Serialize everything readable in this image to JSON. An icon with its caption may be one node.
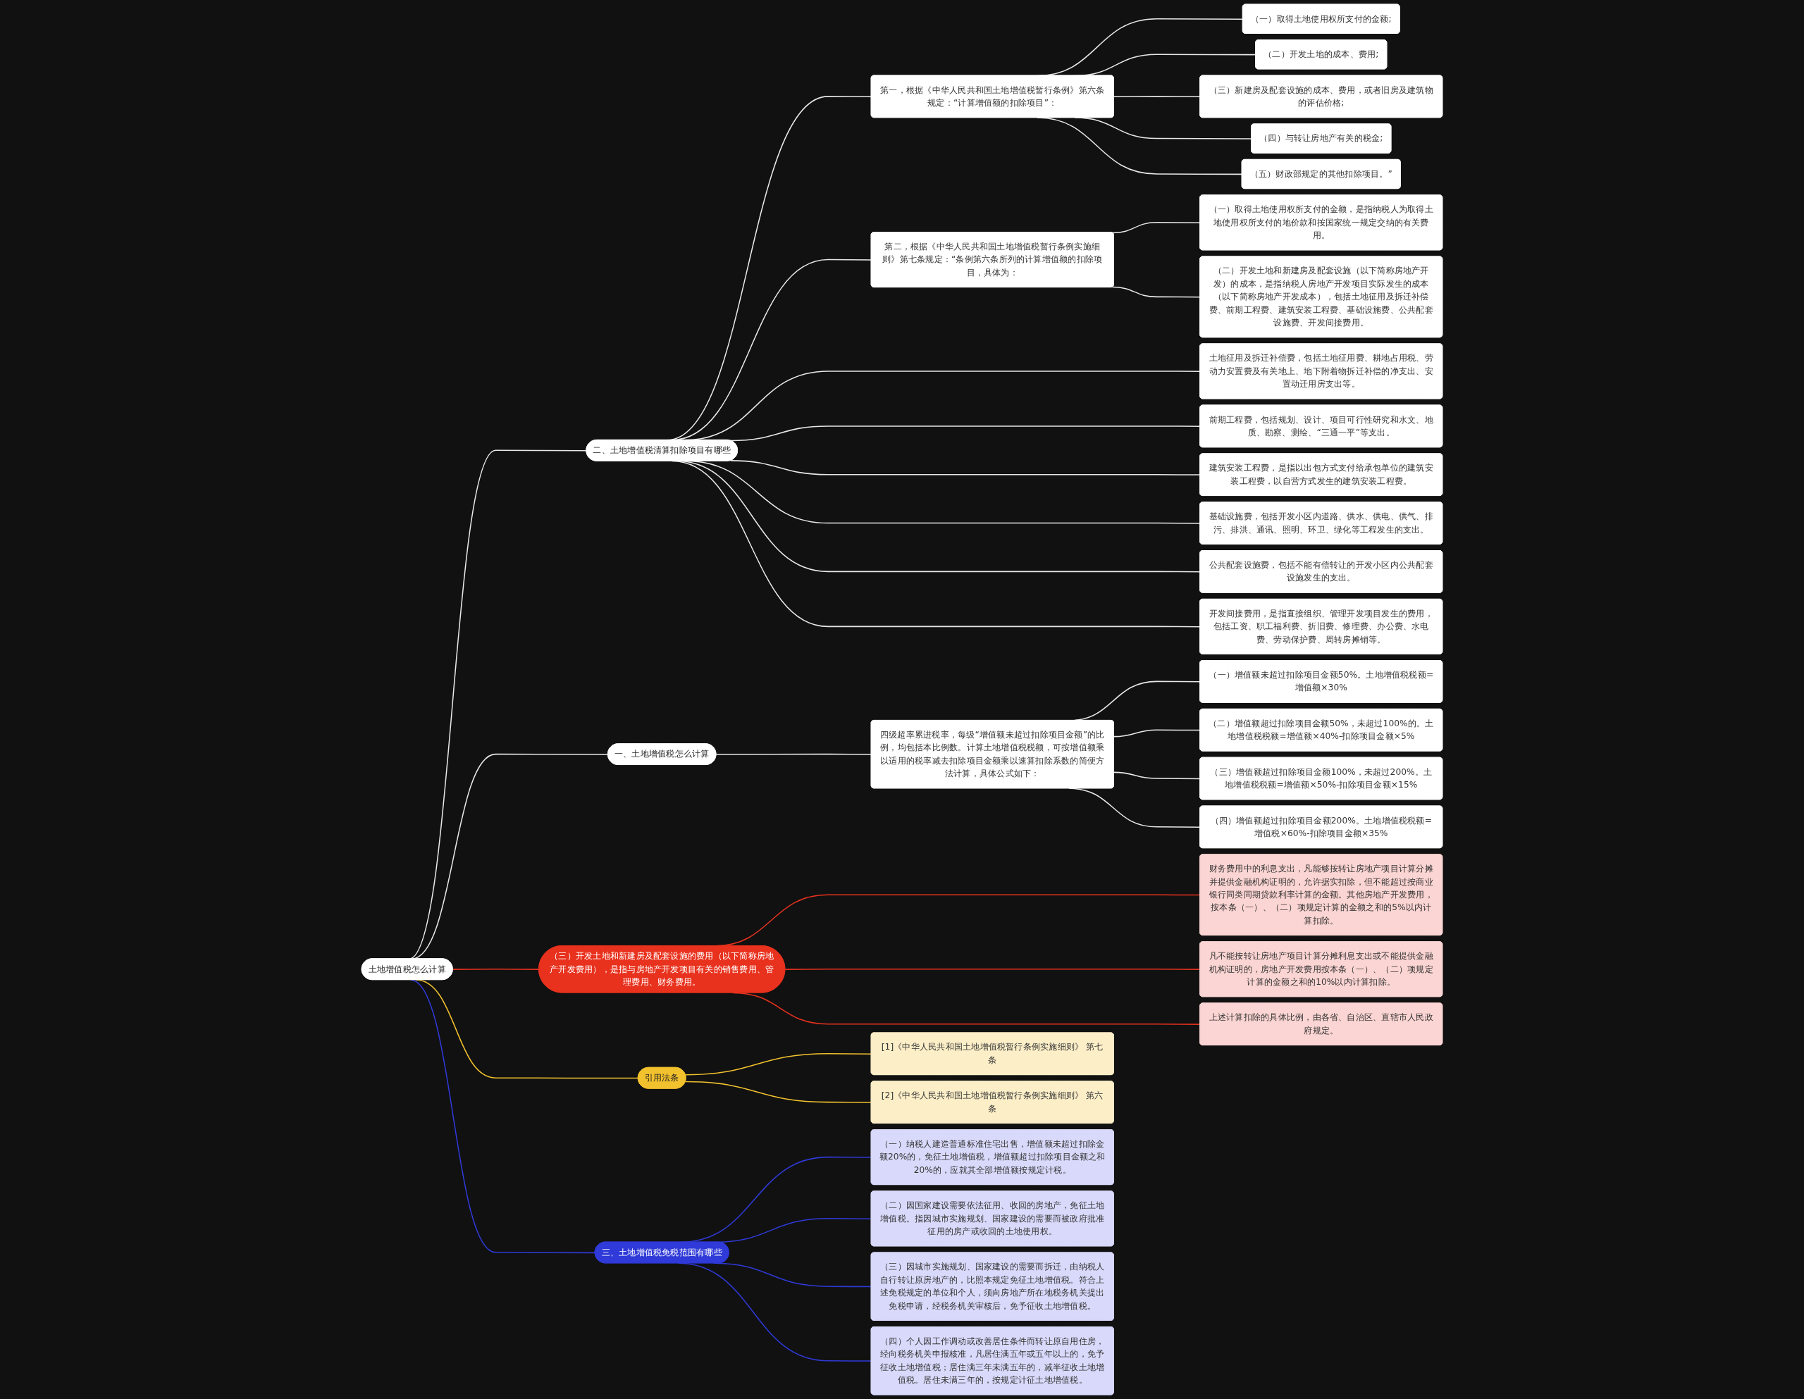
{
  "diagram": {
    "nodes": [
      {
        "text": [
          "土地增值税怎么计算"
        ]
      },
      {
        "text": [
          "二、土地增值税清算扣除项目有哪些"
        ]
      },
      {
        "text": [
          "第一，根据《中华人民共和国土地增值税暂行条例》第六条规定：“计算增值额的扣除项目”："
        ]
      },
      {
        "text": [
          "（一）取得土地使用权所支付的金额;"
        ]
      },
      {
        "text": [
          "（二）开发土地的成本、费用;"
        ]
      },
      {
        "text": [
          "（三）新建房及配套设施的成本、费用，或者旧房及建筑物的评估价格;"
        ]
      },
      {
        "text": [
          "（四）与转让房地产有关的税金;"
        ]
      },
      {
        "text": [
          "（五）财政部规定的其他扣除项目。”"
        ]
      },
      {
        "text": [
          "第二，根据《中华人民共和国土地增值税暂行条例实施细则》第七条规定：“条例第六条所列的计算增值额的扣除项目，具体为："
        ]
      },
      {
        "text": [
          "（一）取得土地使用权所支付的金额，是指纳税人为取得土地使用权所支付的地价款和按国家统一规定交纳的有关费用。"
        ]
      },
      {
        "text": [
          "（二）开发土地和新建房及配套设施（以下简称房地产开发）的成本，是指纳税人房地产开发项目实际发生的成本（以下简称房地产开发成本），包括土地征用及拆迁补偿费、前期工程费、建筑安装工程费、基础设施费、公共配套设施费、开发间接费用。"
        ]
      },
      {
        "text": [
          "土地征用及拆迁补偿费，包括土地征用费、耕地占用税、劳动力安置费及有关地上、地下附着物拆迁补偿的净支出、安置动迁用房支出等。"
        ]
      },
      {
        "text": [
          "前期工程费，包括规划、设计、项目可行性研究和水文、地质、勘察、测绘、“三通一平”等支出。"
        ]
      },
      {
        "text": [
          "建筑安装工程费，是指以出包方式支付给承包单位的建筑安装工程费，以自营方式发生的建筑安装工程费。"
        ]
      },
      {
        "text": [
          "基础设施费，包括开发小区内道路、供水、供电、供气、排污、排洪、通讯、照明、环卫、绿化等工程发生的支出。"
        ]
      },
      {
        "text": [
          "公共配套设施费，包括不能有偿转让的开发小区内公共配套设施发生的支出。"
        ]
      },
      {
        "text": [
          "开发间接费用，是指直接组织、管理开发项目发生的费用，包括工资、职工福利费、折旧费、修理费、办公费、水电费、劳动保护费、周转房摊销等。"
        ]
      },
      {
        "text": [
          "一、土地增值税怎么计算"
        ]
      },
      {
        "text": [
          "四级超率累进税率，每级“增值额未超过扣除项目金额”的比例，均包括本比例数。计算土地增值税税额，可按增值额乘以适用的税率减去扣除项目金额乘以速算扣除系数的简便方法计算，具体公式如下："
        ]
      },
      {
        "text": [
          "（一）增值额未超过扣除项目金额50%。土地增值税税额=增值额×30%"
        ]
      },
      {
        "text": [
          "（二）增值额超过扣除项目金额50%，未超过100%的。土地增值税税额=增值额×40%-扣除项目金额×5%"
        ]
      },
      {
        "text": [
          "（三）增值额超过扣除项目金额100%，未超过200%。土地增值税税额=增值额×50%-扣除项目金额×15%"
        ]
      },
      {
        "text": [
          "（四）增值额超过扣除项目金额200%。土地增值税税额=增值税×60%-扣除项目金额×35%"
        ]
      },
      {
        "text": [
          "（三）开发土地和新建房及配套设施的费用（以下简称房地产开发费用），是指与房地产开发项目有关的销售费用、管理费用、财务费用。"
        ]
      },
      {
        "text": [
          "财务费用中的利息支出，凡能够按转让房地产项目计算分摊并提供金融机构证明的，允许据实扣除，但不能超过按商业银行同类同期贷款利率计算的金额。其他房地产开发费用，按本条（一）、（二）项规定计算的金额之和的5%以内计算扣除。"
        ]
      },
      {
        "text": [
          "凡不能按转让房地产项目计算分摊利息支出或不能提供金融机构证明的，房地产开发费用按本条（一）、（二）项规定计算的金额之和的10%以内计算扣除。"
        ]
      },
      {
        "text": [
          "上述计算扣除的具体比例，由各省、自治区、直辖市人民政府规定。"
        ]
      },
      {
        "text": [
          "引用法条"
        ]
      },
      {
        "text": [
          "[1]《中华人民共和国土地增值税暂行条例实施细则》 第七条"
        ]
      },
      {
        "text": [
          "[2]《中华人民共和国土地增值税暂行条例实施细则》 第六条"
        ]
      },
      {
        "text": [
          "三、土地增值税免税范围有哪些"
        ]
      },
      {
        "text": [
          "（一）纳税人建造普通标准住宅出售，增值额未超过扣除金额20%的，免征土地增值税，增值额超过扣除项目金额之和20%的，应就其全部增值额按规定计税。"
        ]
      },
      {
        "text": [
          "（二）因国家建设需要依法征用、收回的房地产，免征土地增值税。指因城市实施规划、国家建设的需要而被政府批准征用的房产或收回的土地使用权。"
        ]
      },
      {
        "text": [
          "（三）因城市实施规划、国家建设的需要而拆迁，由纳税人自行转让原房地产的，比照本规定免征土地增值税。符合上述免税规定的单位和个人，须向房地产所在地税务机关提出免税申请，经税务机关审核后，免予征收土地增值税。"
        ]
      },
      {
        "text": [
          "（四）个人因工作调动或改善居住条件而转让原自用住房，经向税务机关申报核准，凡居住满五年或五年以上的，免予征收土地增值税；居住满三年未满五年的，减半征收土地增值税。居住未满三年的，按规定计征土地增值税。"
        ]
      }
    ],
    "edges": [
      {
        "from": 0,
        "to": 1,
        "arrow": "none"
      },
      {
        "from": 1,
        "to": 2,
        "arrow": "none"
      },
      {
        "from": 2,
        "to": 3,
        "arrow": "none"
      },
      {
        "from": 2,
        "to": 4,
        "arrow": "none"
      },
      {
        "from": 2,
        "to": 5,
        "arrow": "none"
      },
      {
        "from": 2,
        "to": 6,
        "arrow": "none"
      },
      {
        "from": 2,
        "to": 7,
        "arrow": "none"
      },
      {
        "from": 1,
        "to": 8,
        "arrow": "none"
      },
      {
        "from": 8,
        "to": 9,
        "arrow": "none"
      },
      {
        "from": 8,
        "to": 10,
        "arrow": "none"
      },
      {
        "from": 1,
        "to": 11,
        "arrow": "none"
      },
      {
        "from": 1,
        "to": 12,
        "arrow": "none"
      },
      {
        "from": 1,
        "to": 13,
        "arrow": "none"
      },
      {
        "from": 1,
        "to": 14,
        "arrow": "none"
      },
      {
        "from": 1,
        "to": 15,
        "arrow": "none"
      },
      {
        "from": 1,
        "to": 16,
        "arrow": "none"
      },
      {
        "from": 0,
        "to": 17,
        "arrow": "none"
      },
      {
        "from": 17,
        "to": 18,
        "arrow": "none"
      },
      {
        "from": 18,
        "to": 19,
        "arrow": "none"
      },
      {
        "from": 18,
        "to": 20,
        "arrow": "none"
      },
      {
        "from": 18,
        "to": 21,
        "arrow": "none"
      },
      {
        "from": 18,
        "to": 22,
        "arrow": "none"
      },
      {
        "from": 0,
        "to": 23,
        "arrow": "none",
        "color": "#e8321e"
      },
      {
        "from": 23,
        "to": 24,
        "arrow": "none",
        "color": "#e8321e"
      },
      {
        "from": 23,
        "to": 25,
        "arrow": "none",
        "color": "#e8321e"
      },
      {
        "from": 23,
        "to": 26,
        "arrow": "none",
        "color": "#e8321e"
      },
      {
        "from": 0,
        "to": 27,
        "arrow": "none",
        "color": "#f2c12e"
      },
      {
        "from": 27,
        "to": 28,
        "arrow": "none",
        "color": "#f2c12e"
      },
      {
        "from": 27,
        "to": 29,
        "arrow": "none",
        "color": "#f2c12e"
      },
      {
        "from": 0,
        "to": 30,
        "arrow": "none",
        "color": "#2f3ad8"
      },
      {
        "from": 30,
        "to": 31,
        "arrow": "none",
        "color": "#2f3ad8"
      },
      {
        "from": 30,
        "to": 32,
        "arrow": "none",
        "color": "#2f3ad8"
      },
      {
        "from": 30,
        "to": 33,
        "arrow": "none",
        "color": "#2f3ad8"
      },
      {
        "from": 30,
        "to": 34,
        "arrow": "none",
        "color": "#2f3ad8"
      }
    ]
  }
}
